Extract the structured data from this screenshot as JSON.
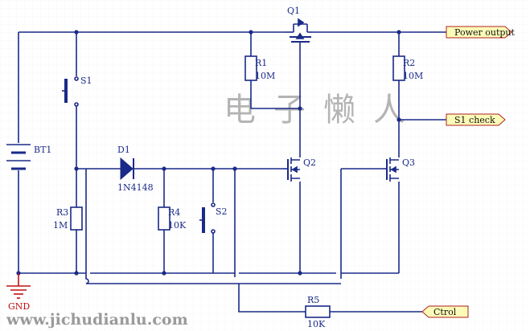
{
  "components": {
    "q1": "Q1",
    "q2": "Q2",
    "q3": "Q3",
    "r1": {
      "ref": "R1",
      "value": "10M"
    },
    "r2": {
      "ref": "R2",
      "value": "10M"
    },
    "r3": {
      "ref": "R3",
      "value": "1M"
    },
    "r4": {
      "ref": "R4",
      "value": "10K"
    },
    "r5": {
      "ref": "R5",
      "value": "10K"
    },
    "d1": {
      "ref": "D1",
      "value": "1N4148"
    },
    "s1": "S1",
    "s2": "S2",
    "bt1": "BT1",
    "gnd": "GND"
  },
  "ports": {
    "power_output": "Power output",
    "s1_check": "S1 check",
    "ctrol": "Ctrol"
  },
  "watermark": {
    "chinese": "电子懒人",
    "url": "www.jichudianlu.com"
  },
  "colors": {
    "wire": "#1a2a88",
    "port_fill": "#fcfcb8",
    "port_stroke": "#b02020",
    "gnd": "#c01010",
    "grid": "#e6e6e6"
  }
}
